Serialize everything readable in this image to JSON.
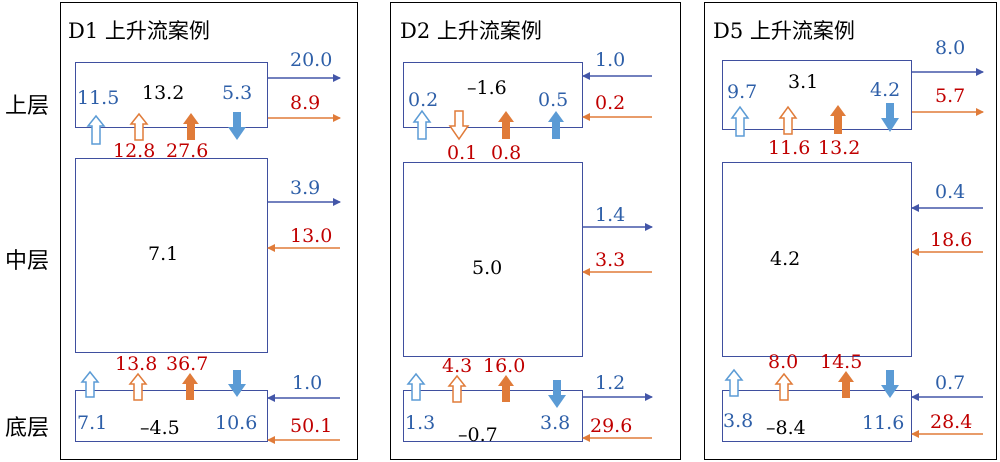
{
  "row_labels": {
    "upper": "上层",
    "middle": "中层",
    "bottom": "底层"
  },
  "colors": {
    "blue_line": "#4356a8",
    "orange_line": "#e07b39",
    "blue_text": "#2e5fa8",
    "red_text": "#c00000",
    "blue_fill": "#5b9bd5",
    "orange_fill": "#e07b39"
  },
  "panels": [
    {
      "title": "D1 上升流案例",
      "upper": {
        "net": "13.2",
        "out_blue": "20.0",
        "out_orange": "8.9",
        "left_blue": "11.5",
        "right_blue": "5.3",
        "below_a": "12.8",
        "below_b": "27.6"
      },
      "middle": {
        "net": "7.1",
        "blue_flow": "3.9",
        "orange_flow": "13.0"
      },
      "bottom": {
        "net": "–4.5",
        "above_a": "13.8",
        "above_b": "36.7",
        "left_blue": "7.1",
        "right_blue": "10.6",
        "blue_flow": "1.0",
        "orange_flow": "50.1"
      }
    },
    {
      "title": "D2 上升流案例",
      "upper": {
        "net": "–1.6",
        "in_blue": "1.0",
        "in_orange": "0.2",
        "left_blue": "0.2",
        "right_blue": "0.5",
        "below_a": "0.1",
        "below_b": "0.8"
      },
      "middle": {
        "net": "5.0",
        "blue_flow": "1.4",
        "orange_flow": "3.3"
      },
      "bottom": {
        "net": "–0.7",
        "above_a": "4.3",
        "above_b": "16.0",
        "left_blue": "1.3",
        "right_blue": "3.8",
        "blue_flow": "1.2",
        "orange_flow": "29.6"
      }
    },
    {
      "title": "D5 上升流案例",
      "upper": {
        "net": "3.1",
        "out_blue": "8.0",
        "out_orange": "5.7",
        "left_blue": "9.7",
        "right_blue": "4.2",
        "below_a": "11.6",
        "below_b": "13.2"
      },
      "middle": {
        "net": "4.2",
        "blue_flow": "0.4",
        "orange_flow": "18.6"
      },
      "bottom": {
        "net": "–8.4",
        "above_a": "8.0",
        "above_b": "14.5",
        "left_blue": "3.8",
        "right_blue": "11.6",
        "blue_flow": "0.7",
        "orange_flow": "28.4"
      }
    }
  ]
}
